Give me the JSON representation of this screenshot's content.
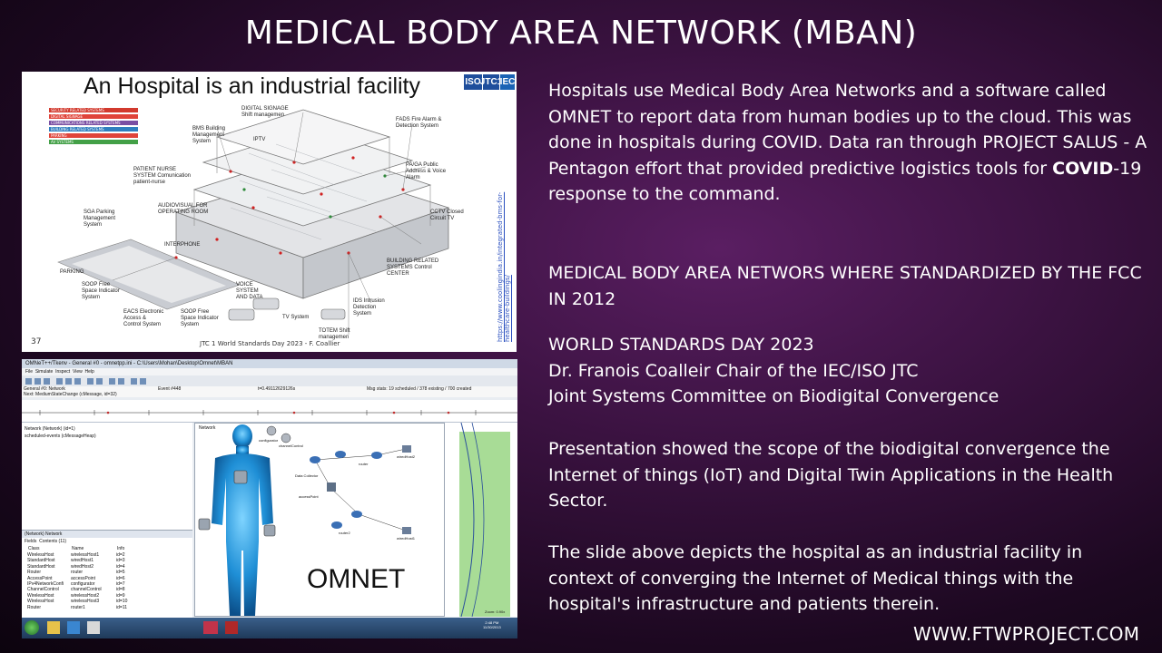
{
  "title": "MEDICAL BODY AREA NETWORK (MBAN)",
  "hospital_slide": {
    "title": "An Hospital is an industrial facility",
    "logos": [
      "ISO",
      "JTC1",
      "IEC"
    ],
    "legend": [
      "SECURITY RELATED SYSTEMS",
      "DIGITAL SIGNAGE",
      "COMMUNICATIONS RELATED SYSTEMS",
      "BUILDING RELATED SYSTEMS",
      "PARKING",
      "AV SYSTEMS"
    ],
    "labels": {
      "bms": "BMS Building Management System",
      "digital_signage": "DIGITAL SIGNAGE Shift managemen",
      "iptv": "IPTV",
      "fads": "FADS Fire Alarm & Detection System",
      "patient_nurse": "PATIENT NURSE SYSTEM Comunication patient-nurse",
      "audiovisual": "AUDIOVISUAL FOR OPERATING ROOM",
      "paga": "PA/GA Public Address & Voice Alarm",
      "sga": "SGA Parking Management System",
      "cctv": "CCTV Closed Circuit TV",
      "interphone": "INTERPHONE",
      "parking": "PARKING",
      "building_related": "BUILDING RELATED SYSTEMS Control CENTER",
      "soop": "SOOP Free Space Indicator System",
      "eacs": "EACS Electronic Access & Control System",
      "soop2": "SOOP Free Space Indicator System",
      "voice": "VOICE SYSTEM AND DATA",
      "tv": "TV System",
      "ids": "IDS Intrusion Detection System",
      "totem": "TOTEM Shift managemen"
    },
    "page_number": "37",
    "footer": "JTC 1 World Standards Day 2023 - F. Coallier",
    "side_url": "https://www.coolingindia.in/integrated-bms-for-healthcare-buildings/"
  },
  "omnet_screenshot": {
    "window_title": "OMNeT++/Tkenv - General #0 - omnetpp.ini - C:\\Users\\Mohan\\Desktop\\Omnet\\MBAN",
    "menu": [
      "File",
      "Simulate",
      "Inspect",
      "View",
      "Help"
    ],
    "status_left": "General #0: Network",
    "status_event": "Event #448",
    "status_time": "t=0.49112629126s",
    "status_msg": "Msg stats: 19 scheduled / 378 existing / 700 created",
    "status_next": "Next: MediumStateChange (cMessage, id=32)",
    "tree_items": [
      "Network (Network) (id=1)",
      "scheduled-events (cMessageHeap)"
    ],
    "inspector_title": "(Network) Network",
    "inspector_tabs": [
      "Fields",
      "Contents (11)"
    ],
    "table_headers": [
      "Class",
      "Name",
      "Info"
    ],
    "table_rows": [
      [
        "WirelessHost",
        "wirelessHost1",
        "id=2"
      ],
      [
        "StandardHost",
        "wiredHost1",
        "id=3"
      ],
      [
        "StandardHost",
        "wiredHost2",
        "id=4"
      ],
      [
        "Router",
        "router",
        "id=5"
      ],
      [
        "AccessPoint",
        "accessPoint",
        "id=6"
      ],
      [
        "IPv4NetworkConfi",
        "configurator",
        "id=7"
      ],
      [
        "ChannelControl",
        "channelControl",
        "id=8"
      ],
      [
        "WirelessHost",
        "wirelessHost2",
        "id=9"
      ],
      [
        "WirelessHost",
        "wirelessHost3",
        "id=10"
      ],
      [
        "Router",
        "router1",
        "id=11"
      ]
    ],
    "canvas_label": "Network",
    "nodes": [
      "configurator",
      "channelControl",
      "Data Collector",
      "accessPoint",
      "router",
      "router2",
      "wiredHost1",
      "wiredHost2"
    ],
    "zoom": "Zoom: 0.90x",
    "clock": "2:48 PM",
    "date": "11/30/2013",
    "caption": "OMNET"
  },
  "paragraphs": [
    "Hospitals use Medical Body Area Networks and a software called OMNET to report data from human bodies up to the cloud. This was done in hospitals during COVID. Data ran through PROJECT SALUS - A Pentagon effort that provided predictive logistics tools for ",
    "MEDICAL BODY AREA NETWORS  WHERE STANDARDIZED BY THE FCC IN 2012",
    "WORLD STANDARDS DAY 2023",
    "Dr. Franois Coalleir  Chair of the  IEC/ISO  JTC",
    "Joint Systems Committee on Biodigital Convergence",
    "Presentation showed the scope of the biodigital convergence the Internet of things (IoT) and Digital Twin Applications in the Health Sector.",
    "The slide above depicts the hospital as an industrial facility in context of converging the Internet of Medical things with the hospital's infrastructure and patients therein."
  ],
  "p1_bold": "COVID",
  "p1_tail": "-19 response to the command.",
  "website": "WWW.FTWPROJECT.COM",
  "colors": {
    "background": "#3a1240",
    "legend": [
      "#d23a2e",
      "#e0443a",
      "#7a4fa3",
      "#2f7fbf",
      "#e0443a",
      "#43a047"
    ]
  }
}
